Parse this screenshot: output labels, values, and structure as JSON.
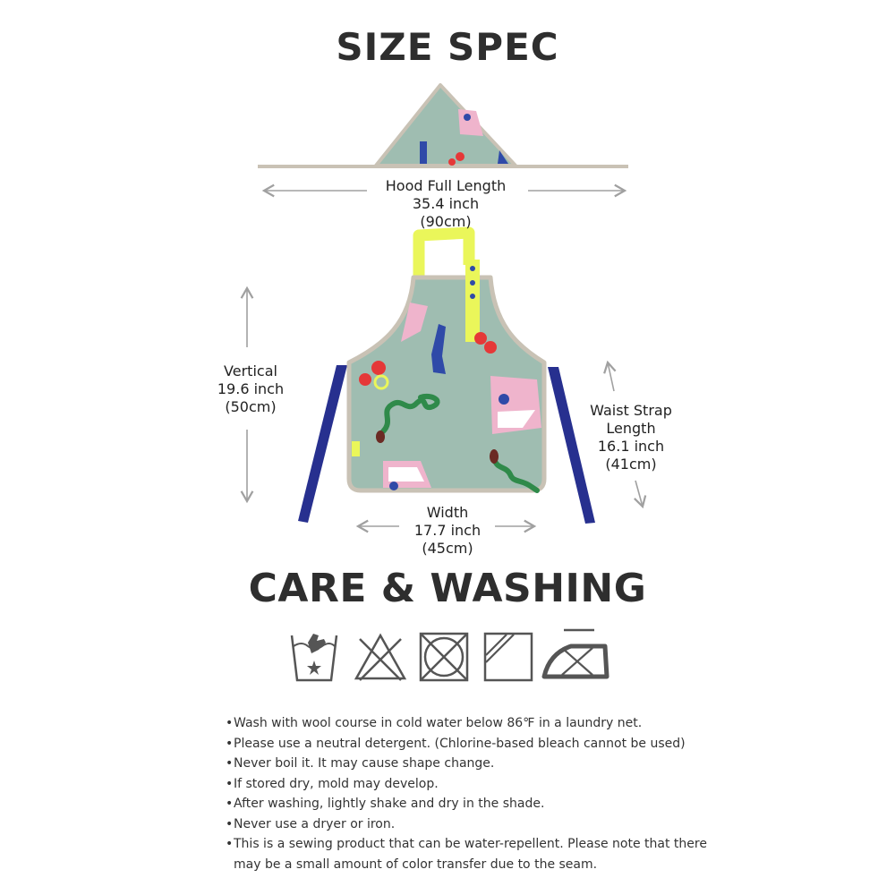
{
  "size_spec": {
    "title": "SIZE SPEC",
    "hood": {
      "label": "Hood Full Length",
      "inch": "35.4 inch",
      "cm": "(90cm)"
    },
    "vertical": {
      "label": "Vertical",
      "inch": "19.6 inch",
      "cm": "(50cm)"
    },
    "waist_strap": {
      "label_line1": "Waist Strap",
      "label_line2": "Length",
      "inch": "16.1 inch",
      "cm": "(41cm)"
    },
    "width": {
      "label": "Width",
      "inch": "17.7 inch",
      "cm": "(45cm)"
    }
  },
  "care": {
    "title": "CARE & WASHING",
    "icons": [
      "hand-wash-icon",
      "do-not-bleach-icon",
      "do-not-tumble-dry-icon",
      "shade-dry-icon",
      "do-not-iron-icon"
    ],
    "instructions": [
      "Wash with wool course in cold water below 86℉ in a laundry net.",
      "Please use a neutral detergent. (Chlorine-based bleach cannot be used)",
      "Never boil it. It may cause shape change.",
      "If stored dry, mold may develop.",
      "After washing, lightly shake and dry in the shade.",
      "Never use a dryer or iron.",
      "This is a sewing product that can be  water-repellent. Please note that there may be a small amount of color transfer due to the seam."
    ]
  },
  "colors": {
    "fabric": "#9fbdb1",
    "trim": "#c9c2b5",
    "strap_yellow": "#eaf65a",
    "strap_blue": "#27308f",
    "pink": "#efb4cc",
    "red": "#e53838",
    "green": "#2f8a4a",
    "dark_blue": "#2f4aa8",
    "arrow": "#a0a0a0"
  }
}
